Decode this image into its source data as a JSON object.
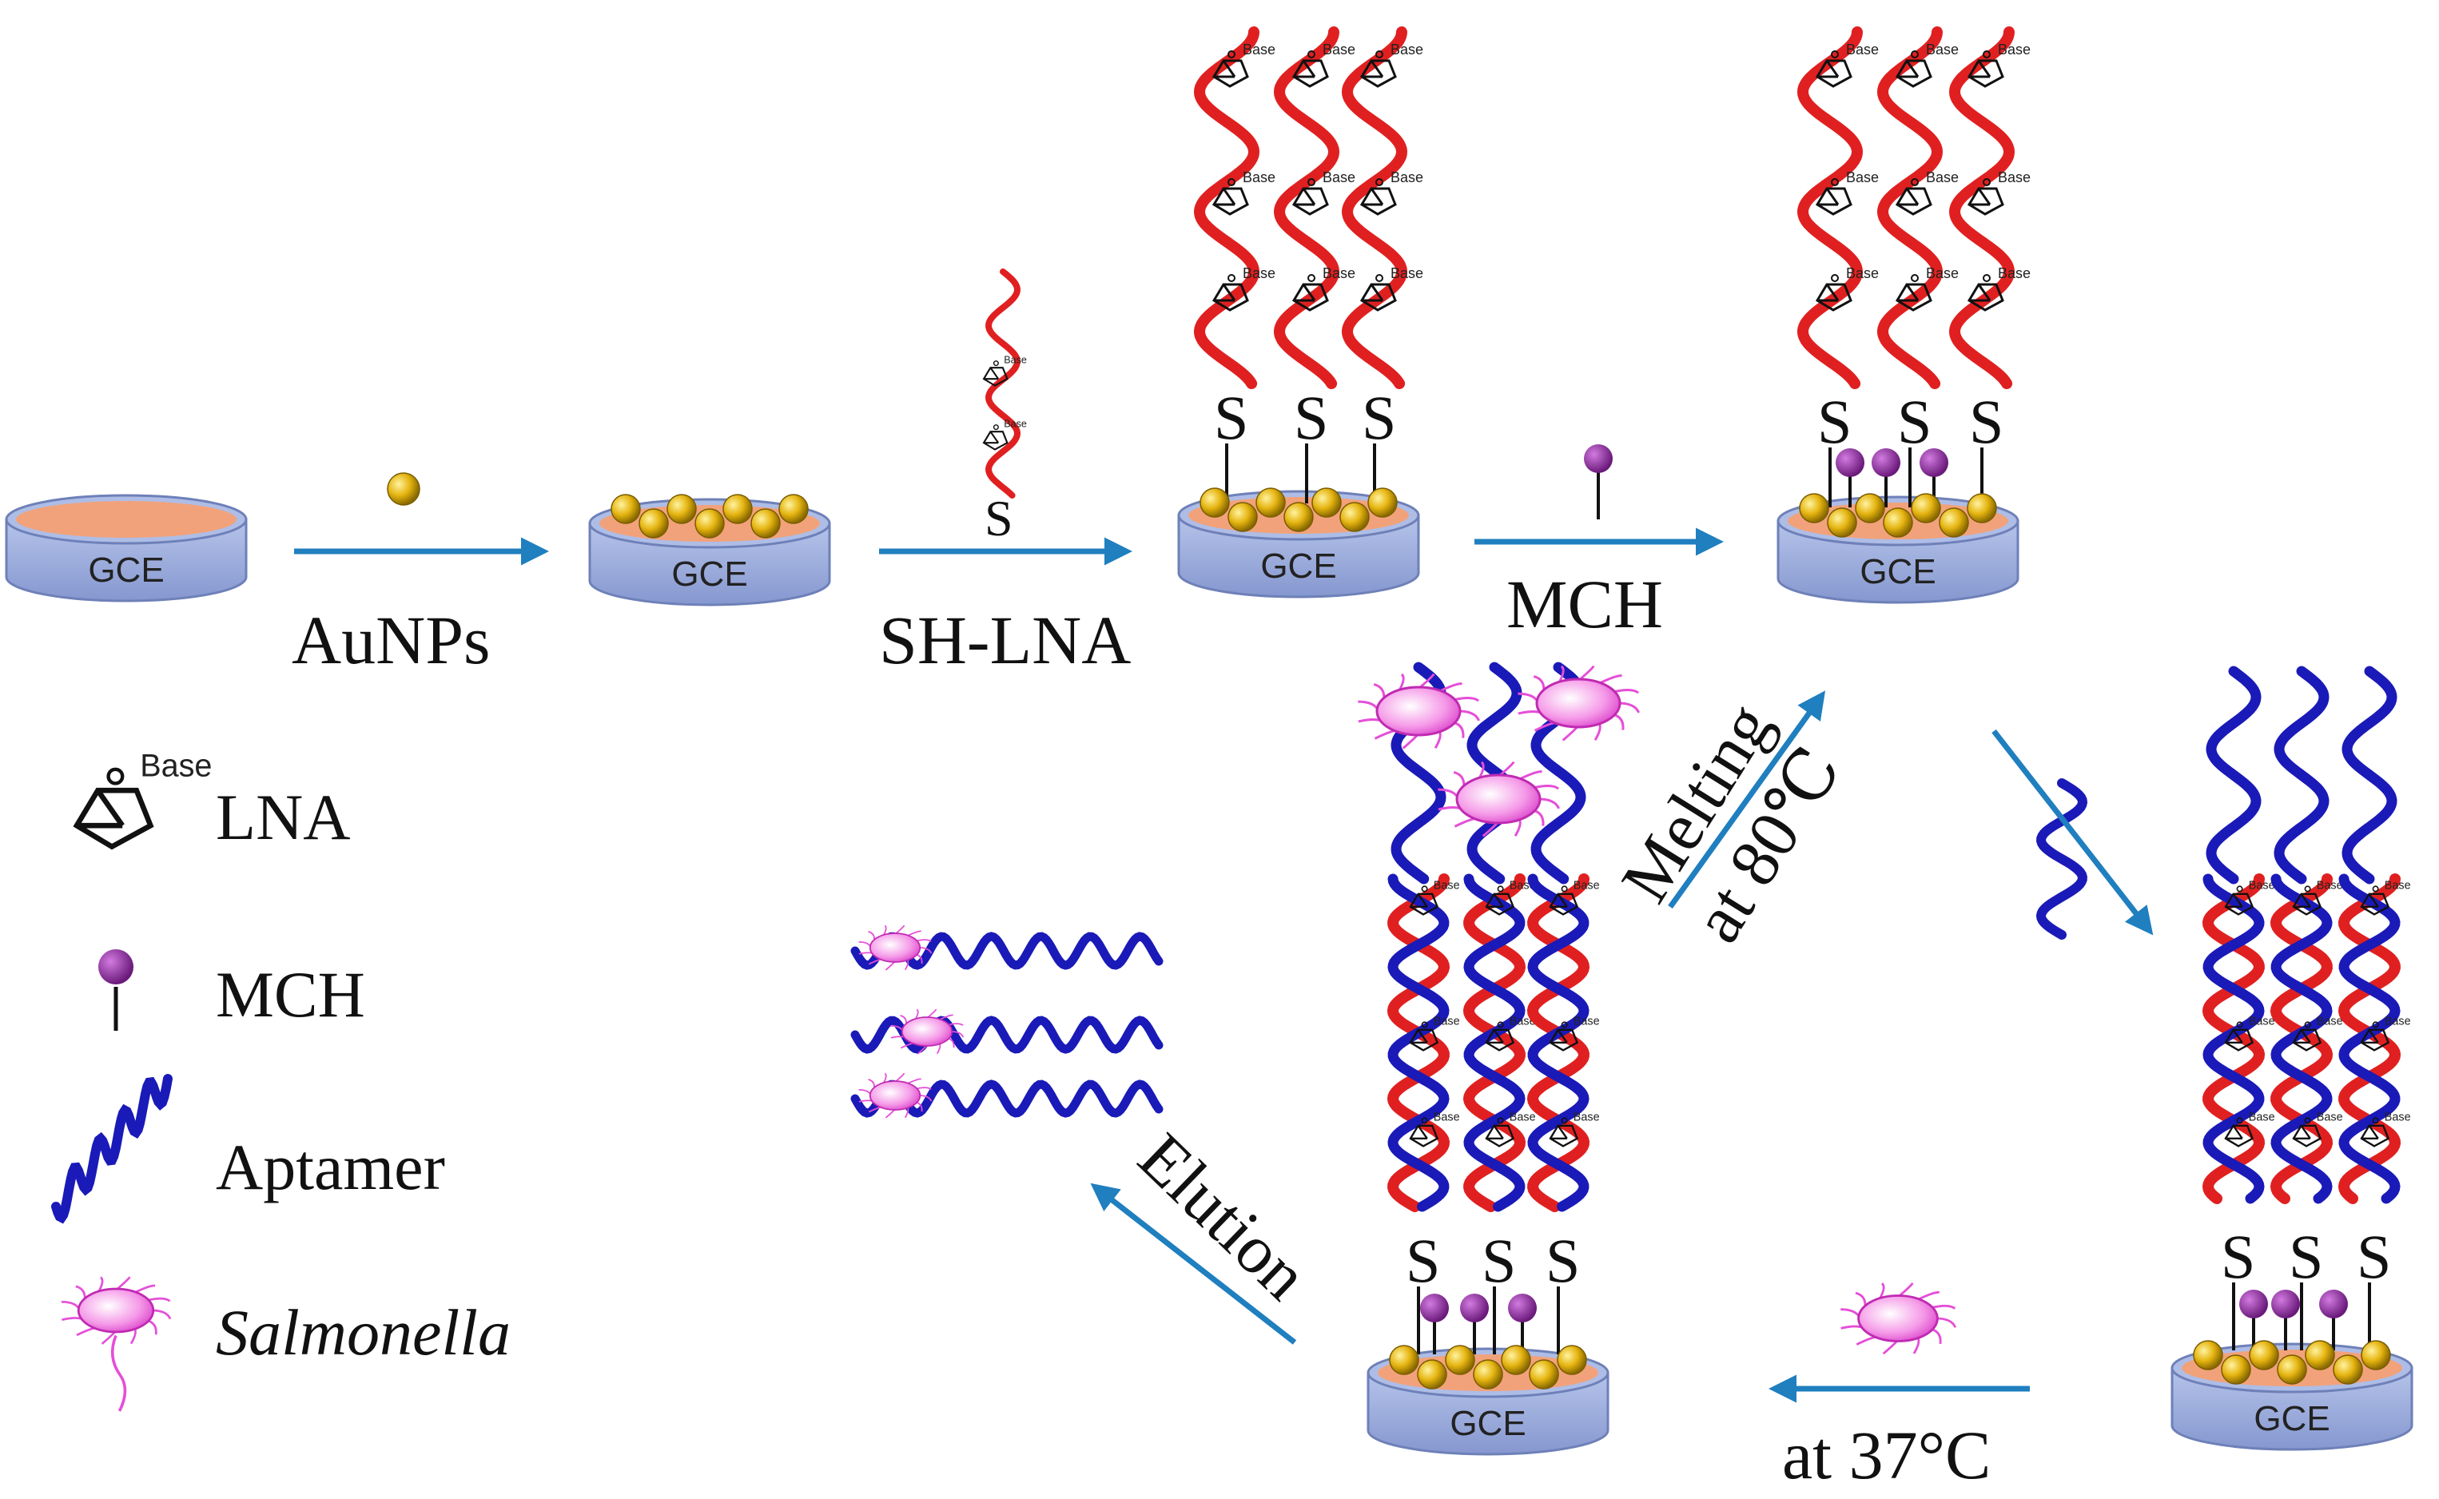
{
  "electrode_label": "GCE",
  "thiol_label": "S",
  "base_label": "Base",
  "steps": {
    "aunps": "AuNPs",
    "sh_lna": "SH-LNA",
    "mch": "MCH",
    "melting_line1": "Melting",
    "melting_line2": "at 80℃",
    "incubation": "at 37°C",
    "elution": "Elution"
  },
  "legend": {
    "lna": "LNA",
    "mch": "MCH",
    "aptamer": "Aptamer",
    "salmonella": "Salmonella"
  },
  "colors": {
    "lna_strand": "#e02020",
    "aptamer_strand": "#1a1ab8",
    "gold": "#e5b410",
    "mch": "#8a2a9a",
    "salmonella": "#e64ed8",
    "arrow": "#1f7fbf",
    "electrode_body": "#9fb1df",
    "electrode_top": "#f2a27a"
  }
}
